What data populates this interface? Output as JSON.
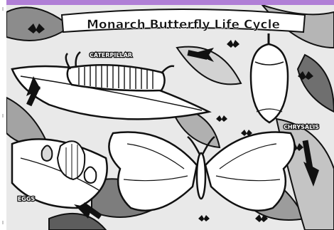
{
  "poster": {
    "title": "Monarch Butterfly Life Cycle",
    "stages": {
      "caterpillar": "CATERPILLAR",
      "chrysalis": "CHRYSALIS",
      "eggs": "EGGS"
    }
  },
  "colors": {
    "accent_band": "#b07fd6",
    "ink": "#111111",
    "leaf_dark": "#6b6b6b",
    "leaf_mid": "#9a9a9a",
    "leaf_light": "#cfcfcf",
    "background": "#ffffff"
  }
}
